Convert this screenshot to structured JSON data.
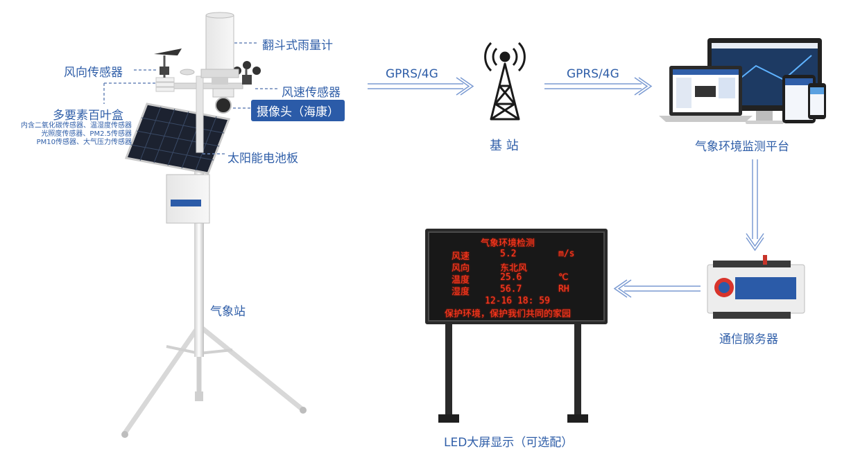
{
  "station": {
    "rain_gauge": "翻斗式雨量计",
    "wind_direction": "风向传感器",
    "wind_speed": "风速传感器",
    "multi_box_title": "多要素百叶盒",
    "multi_box_line1": "内含二氧化碳传感器、温湿度传感器",
    "multi_box_line2": "光照度传感器、PM2.5传感器",
    "multi_box_line3": "PM10传感器、大气压力传感器",
    "camera": "摄像头（海康）",
    "solar_panel": "太阳能电池板",
    "station_name": "气象站"
  },
  "flow": {
    "link1": "GPRS/4G",
    "link2": "GPRS/4G",
    "base_station": "基  站",
    "platform": "气象环境监测平台",
    "comm_server": "通信服务器",
    "led_display": "LED大屏显示（可选配）"
  },
  "led": {
    "title": "气象环境检测",
    "rows": [
      {
        "name": "风速",
        "value": "5.2",
        "unit": "m/s"
      },
      {
        "name": "风向",
        "value": "东北风",
        "unit": ""
      },
      {
        "name": "温度",
        "value": "25.6",
        "unit": "℃"
      },
      {
        "name": "湿度",
        "value": "56.7",
        "unit": "RH"
      }
    ],
    "datetime": "12-16 18: 59",
    "slogan": "保护环境，保护我们共同的家园"
  },
  "colors": {
    "label": "#2f5ea8",
    "arrow": "#7a9ad2",
    "led_text": "#ff3a22"
  }
}
